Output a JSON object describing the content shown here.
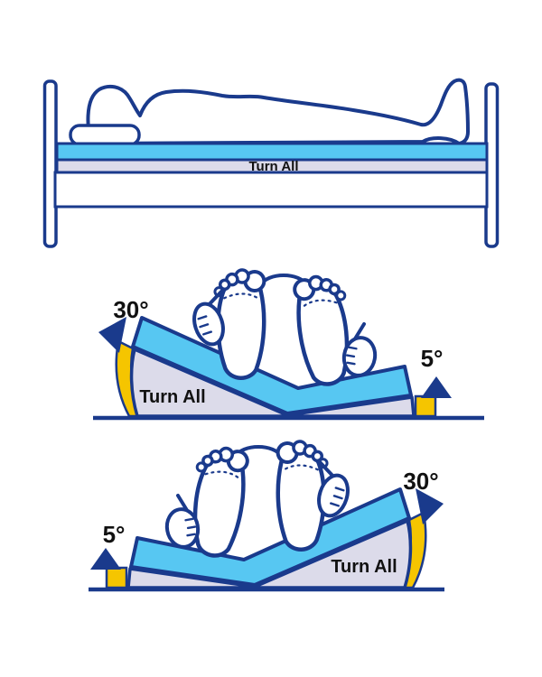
{
  "colors": {
    "outline-navy": "#1a3a8c",
    "mattress-cyan": "#57c7f2",
    "layer-lavender": "#dcdbea",
    "accent-yellow": "#f5c500",
    "label-black": "#111111"
  },
  "bed": {
    "label": "Turn All"
  },
  "tilt_upper": {
    "angle_left": "30°",
    "angle_right": "5°",
    "label": "Turn All"
  },
  "tilt_lower": {
    "angle_left": "5°",
    "angle_right": "30°",
    "label": "Turn All"
  }
}
